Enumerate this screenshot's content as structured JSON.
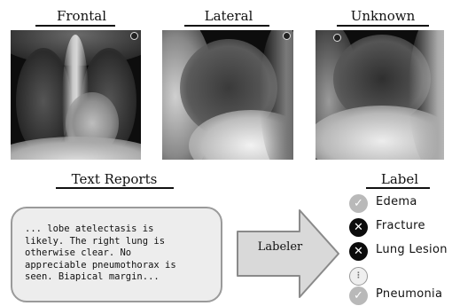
{
  "views": {
    "frontal": "Frontal",
    "lateral": "Lateral",
    "unknown": "Unknown"
  },
  "report": {
    "heading": "Text Reports",
    "text": "... lobe atelectasis is\nlikely. The right lung is\notherwise clear. No\nappreciable pneumothorax is\nseen. Biapical margin..."
  },
  "labeler": "Labeler",
  "labels": {
    "heading": "Label",
    "items": [
      {
        "name": "Edema",
        "state": "positive",
        "icon": "check-icon"
      },
      {
        "name": "Fracture",
        "state": "negative",
        "icon": "cross-icon"
      },
      {
        "name": "Lung Lesion",
        "state": "negative",
        "icon": "cross-icon"
      },
      {
        "name": "",
        "state": "uncertain",
        "icon": "ellipsis-icon"
      },
      {
        "name": "Pneumonia",
        "state": "positive",
        "icon": "check-icon"
      }
    ]
  }
}
